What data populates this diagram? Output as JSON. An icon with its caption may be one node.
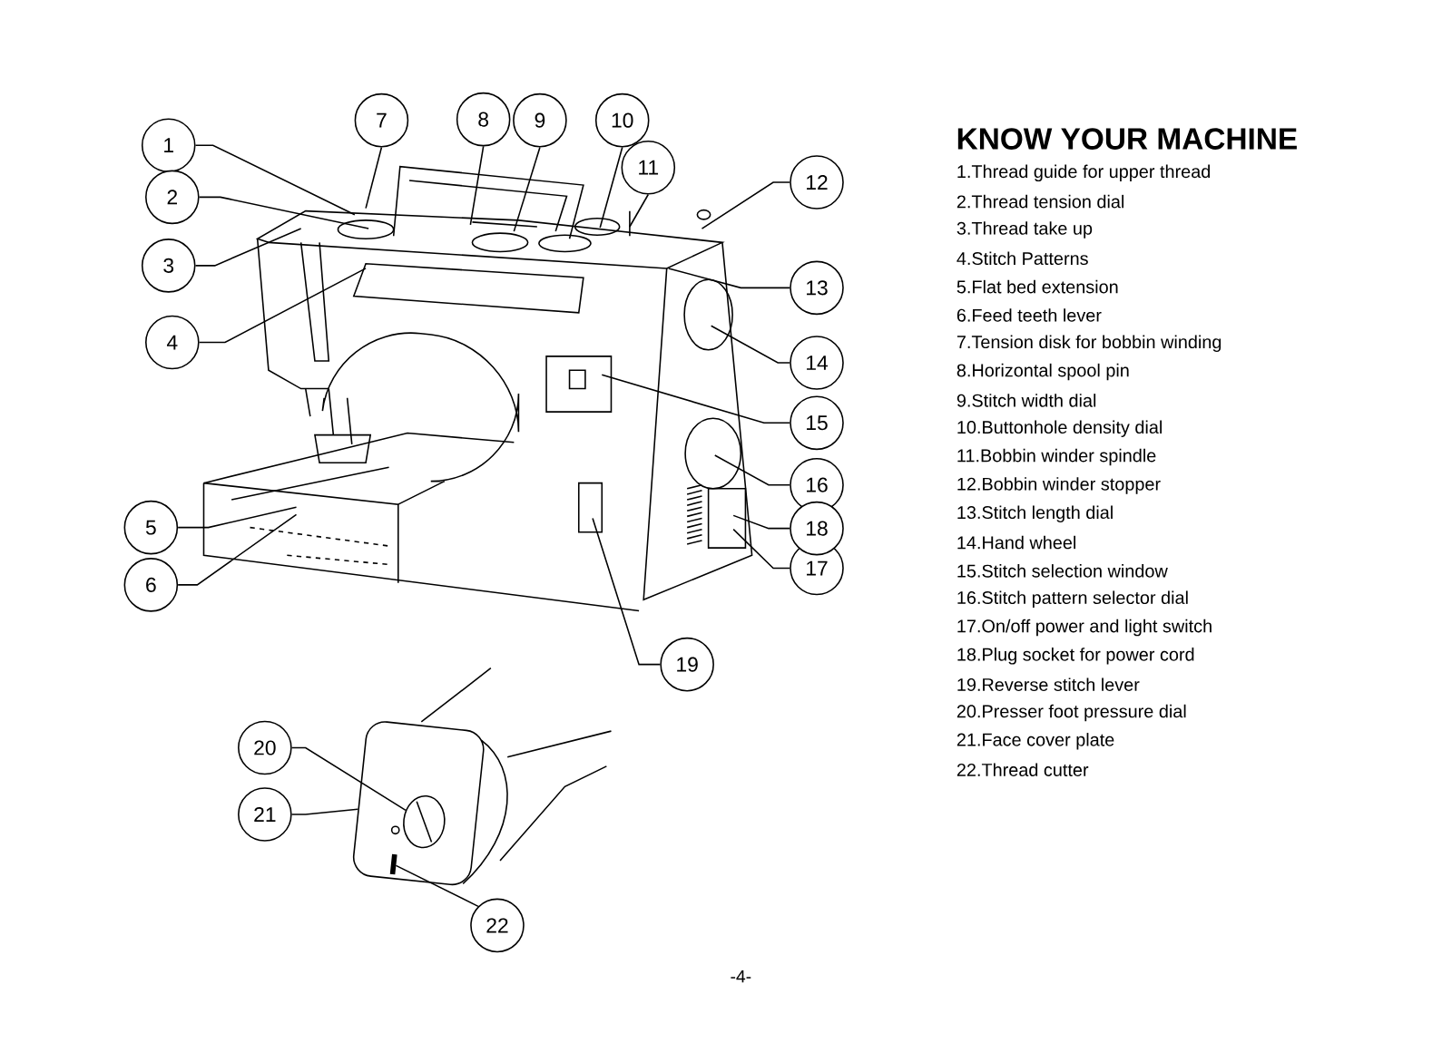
{
  "diagram": {
    "title": "KNOW YOUR MACHINE",
    "nodes": [
      {
        "text": [
          "1"
        ]
      },
      {
        "text": [
          "2"
        ]
      },
      {
        "text": [
          "3"
        ]
      },
      {
        "text": [
          "4"
        ]
      },
      {
        "text": [
          "5"
        ]
      },
      {
        "text": [
          "6"
        ]
      },
      {
        "text": [
          "7"
        ]
      },
      {
        "text": [
          "8"
        ]
      },
      {
        "text": [
          "9"
        ]
      },
      {
        "text": [
          "10"
        ]
      },
      {
        "text": [
          "11"
        ]
      },
      {
        "text": [
          "12"
        ]
      },
      {
        "text": [
          "13"
        ]
      },
      {
        "text": [
          "14"
        ]
      },
      {
        "text": [
          "15"
        ]
      },
      {
        "text": [
          "16"
        ]
      },
      {
        "text": [
          "17"
        ]
      },
      {
        "text": [
          "18"
        ]
      },
      {
        "text": [
          "19"
        ]
      },
      {
        "text": [
          "20"
        ]
      },
      {
        "text": [
          "21"
        ]
      },
      {
        "text": [
          "22"
        ]
      },
      {
        "text": [],
        "shape": "box"
      },
      {
        "text": [],
        "shape": "circle",
        "in": 22
      },
      {
        "text": [],
        "shape": "bar",
        "in": 22
      }
    ],
    "edges": [
      {
        "from": 0,
        "to": null,
        "arrow": "none"
      },
      {
        "from": 1,
        "to": null,
        "arrow": "none"
      },
      {
        "from": 2,
        "to": null,
        "arrow": "none"
      },
      {
        "from": 3,
        "to": null,
        "arrow": "none"
      },
      {
        "from": 4,
        "to": null,
        "arrow": "none"
      },
      {
        "from": 5,
        "to": null,
        "arrow": "none"
      },
      {
        "from": 6,
        "to": null,
        "arrow": "none"
      },
      {
        "from": 7,
        "to": null,
        "arrow": "none"
      },
      {
        "from": 8,
        "to": null,
        "arrow": "none"
      },
      {
        "from": 9,
        "to": null,
        "arrow": "none"
      },
      {
        "from": 10,
        "to": null,
        "arrow": "none"
      },
      {
        "from": 11,
        "to": null,
        "arrow": "none"
      },
      {
        "from": 12,
        "to": null,
        "arrow": "none"
      },
      {
        "from": 13,
        "to": null,
        "arrow": "none"
      },
      {
        "from": 14,
        "to": null,
        "arrow": "none"
      },
      {
        "from": 15,
        "to": null,
        "arrow": "none"
      },
      {
        "from": 16,
        "to": null,
        "arrow": "none"
      },
      {
        "from": 17,
        "to": null,
        "arrow": "none"
      },
      {
        "from": 18,
        "to": null,
        "arrow": "none"
      },
      {
        "from": 19,
        "to": 23,
        "arrow": "none"
      },
      {
        "from": 20,
        "to": 22,
        "arrow": "none"
      },
      {
        "from": 21,
        "to": 24,
        "arrow": "none"
      }
    ],
    "labels": [
      "1.Thread guide for upper thread",
      "2.Thread tension dial",
      "3.Thread take up",
      "4.Stitch Patterns",
      "5.Flat bed extension",
      "6.Feed teeth lever",
      "7.Tension disk for bobbin winding",
      "8.Horizontal spool pin",
      "9.Stitch width dial",
      "10.Buttonhole density dial",
      "11.Bobbin winder spindle",
      "12.Bobbin winder stopper",
      "13.Stitch length dial",
      "14.Hand wheel",
      "15.Stitch selection window",
      "16.Stitch pattern selector dial",
      "17.On/off power and light switch",
      "18.Plug socket for power cord",
      "19.Reverse stitch lever",
      "20.Presser foot pressure dial",
      "21.Face cover plate",
      "22.Thread cutter",
      "-4-"
    ]
  }
}
